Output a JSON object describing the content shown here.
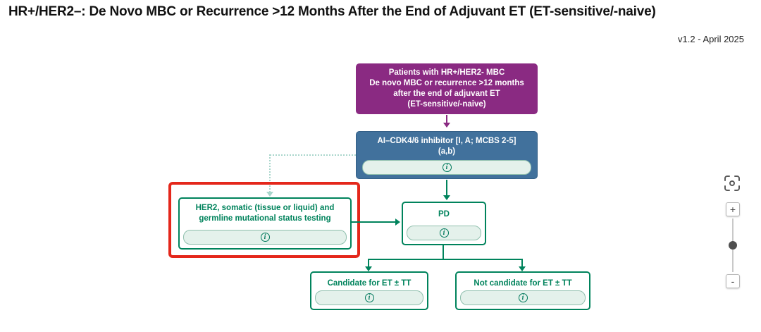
{
  "header": {
    "title": "HR+/HER2–: De Novo MBC or Recurrence >12 Months After the End of Adjuvant ET (ET-sensitive/-naive)",
    "version": "v1.2 - April 2025"
  },
  "colors": {
    "purple": "#8A2A82",
    "blue": "#41719C",
    "green": "#00835C",
    "light_green": "#E4F1EB",
    "highlight_red": "#E4271B"
  },
  "flowchart": {
    "patients": {
      "line1": "Patients with HR+/HER2- MBC",
      "line2": "De novo MBC or recurrence >12 months after the end of adjuvant ET",
      "line3": "(ET-sensitive/-naive)"
    },
    "cdk46": {
      "line1": "AI–CDK4/6 inhibitor [I, A; MCBS 2-5]",
      "line2": "(a,b)",
      "info": "i"
    },
    "testing": {
      "text": "HER2, somatic (tissue or liquid) and germline mutational status testing",
      "info": "i"
    },
    "pd": {
      "label": "PD",
      "info": "i"
    },
    "candidate": {
      "label": "Candidate for ET ± TT",
      "info": "i"
    },
    "not_candidate": {
      "label": "Not candidate for ET ± TT",
      "info": "i"
    }
  },
  "controls": {
    "zoom_in": "+",
    "zoom_out": "-"
  }
}
